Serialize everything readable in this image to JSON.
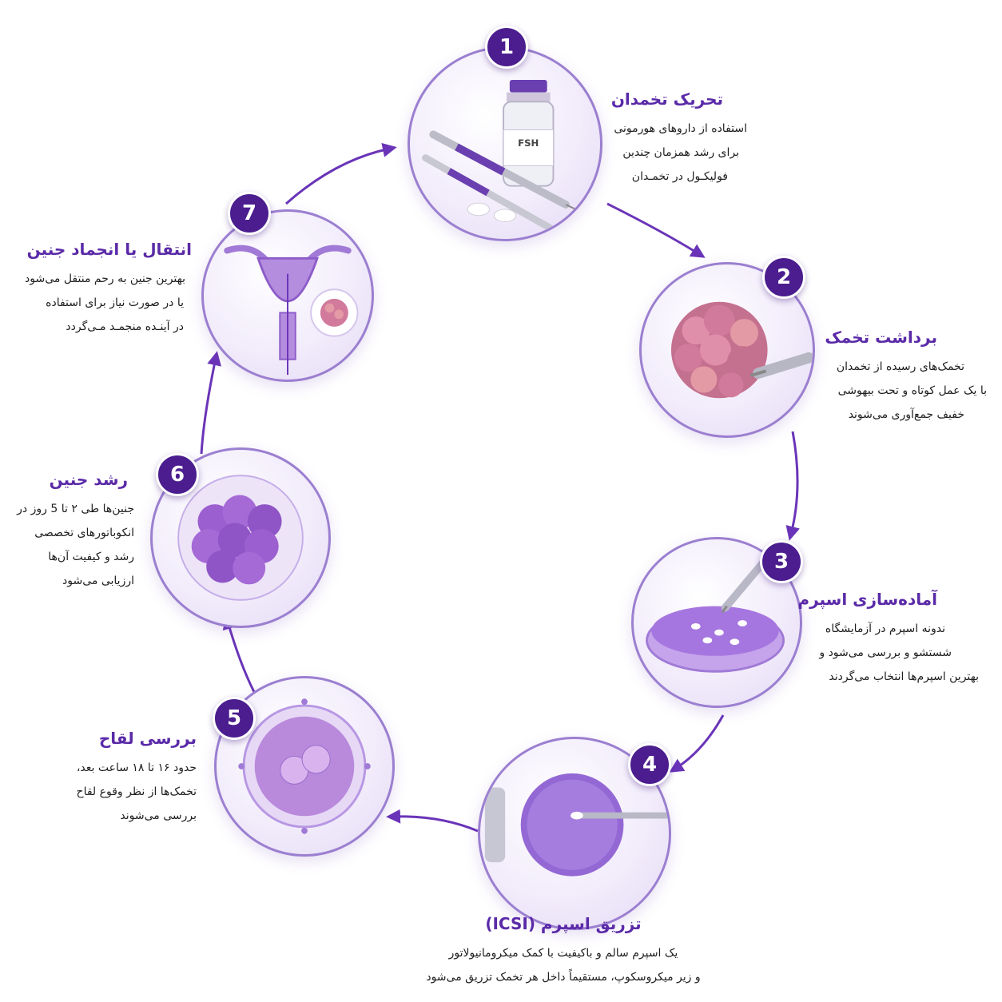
{
  "colors": {
    "accent": "#5a2aa8",
    "badge": "#4b1d8f",
    "arrow": "#6a34b8",
    "ring": "#9b7fd0"
  },
  "steps": [
    {
      "number": "1",
      "title": "تحریک تخمدان",
      "lines": [
        "استفاده از داروهای هورمونی",
        "برای رشد همزمان چندین",
        "فولیکـول در تخمـدان"
      ],
      "icon": "syringe-vial-icon",
      "vial_label": "FSH"
    },
    {
      "number": "2",
      "title": "برداشت تخمک",
      "lines": [
        "تخمک‌های رسیده از تخمدان",
        "با یک عمل کوتاه و تحت بیهوشی",
        "خفیف جمع‌آوری می‌شوند"
      ],
      "icon": "follicle-aspiration-icon"
    },
    {
      "number": "3",
      "title": "آماده‌سازی اسپرم",
      "lines": [
        "ندونه اسپرم در آزمایشگاه",
        "شستشو و بررسی می‌شود و",
        "بهترین اسپرم‌ها انتخاب می‌گردند"
      ],
      "icon": "petri-dish-sperm-icon"
    },
    {
      "number": "4",
      "title": "تزریق اسپرم (ICSI)",
      "lines": [
        "یک اسپرم سالم و باکیفیت با کمک میکرومانیولاتور",
        "و زیر میکروسکوپ، مستقیماً داخل هر تخمک تزریق می‌شود"
      ],
      "icon": "icsi-injection-icon"
    },
    {
      "number": "5",
      "title": "بررسی لقاح",
      "lines": [
        "حدود ۱۶ تا ۱۸ ساعت بعد،",
        "تخمک‌ها از نظر وقوع لقاح",
        "بررسی می‌شوند"
      ],
      "icon": "fertilized-egg-icon"
    },
    {
      "number": "6",
      "title": "رشد جنین",
      "lines": [
        "جنین‌ها طی ۲ تا 5 روز در",
        "انکوباتورهای تخصصی",
        "رشد و کیفیت آن‌ها",
        "ارزیابی می‌شود"
      ],
      "icon": "embryo-cells-icon"
    },
    {
      "number": "7",
      "title": "انتقال یا انجماد جنین",
      "lines": [
        "بهترین جنین به رحم منتقل می‌شود",
        "یا در صورت نیاز برای استفاده",
        "در آینـده منجمـد مـی‌گردد"
      ],
      "icon": "uterus-transfer-icon"
    }
  ]
}
